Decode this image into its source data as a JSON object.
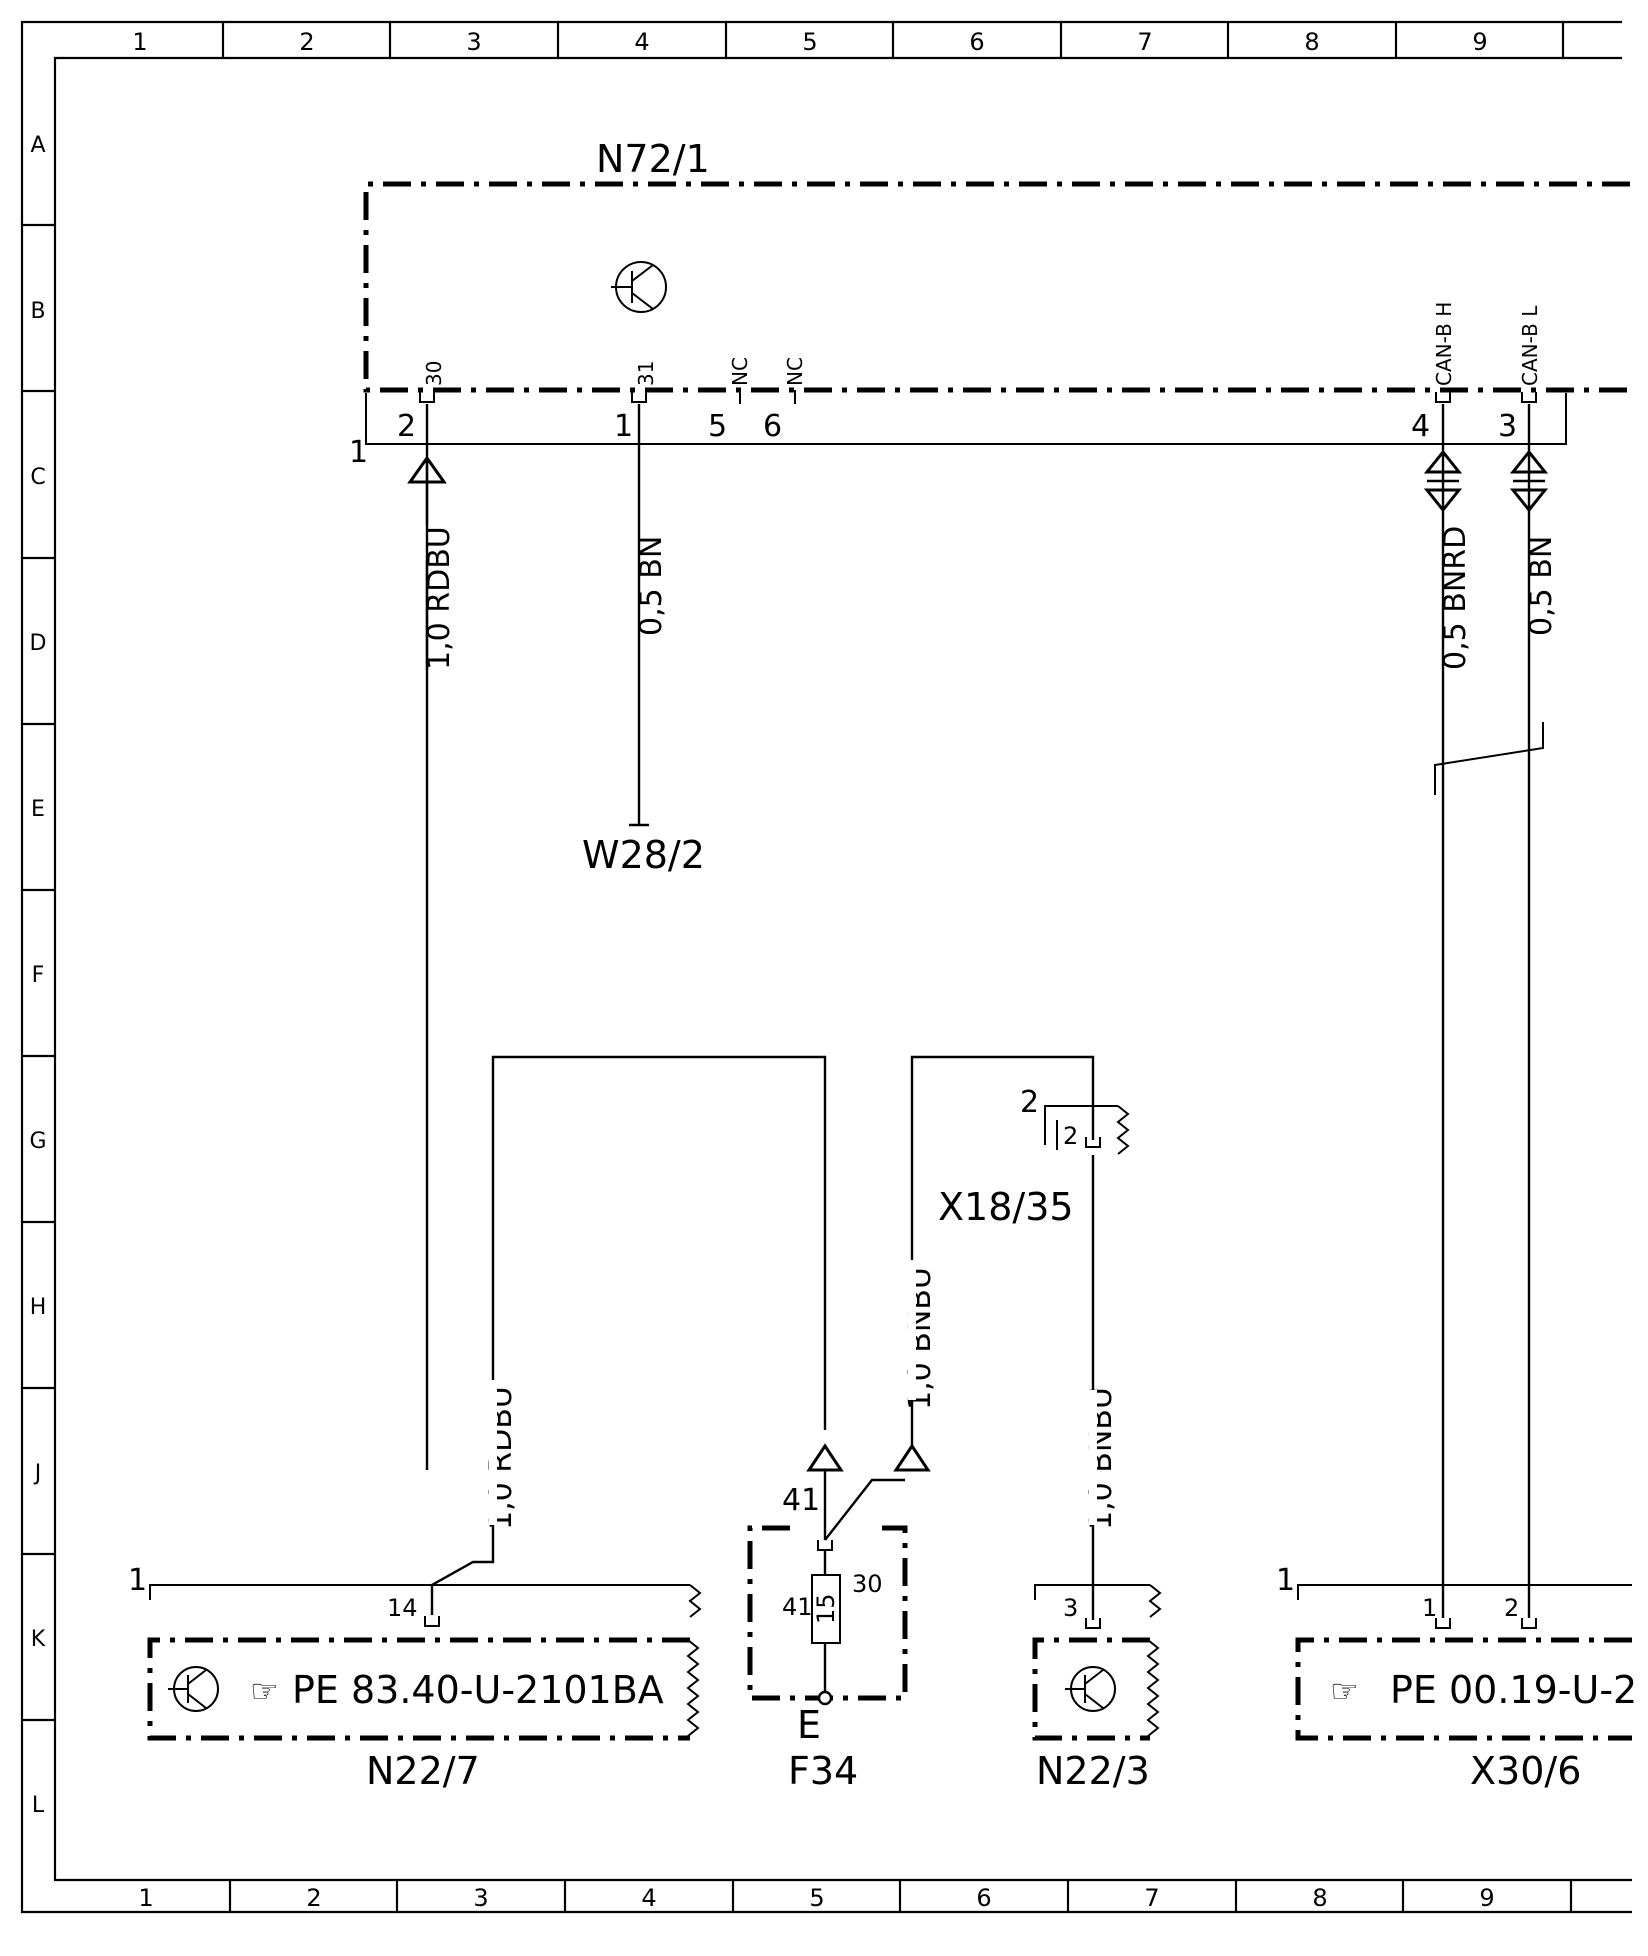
{
  "grid": {
    "columns": [
      "1",
      "2",
      "3",
      "4",
      "5",
      "6",
      "7",
      "8",
      "9"
    ],
    "rows": [
      "A",
      "B",
      "C",
      "D",
      "E",
      "F",
      "G",
      "H",
      "J",
      "K",
      "L"
    ]
  },
  "components": {
    "n72_1": {
      "name": "N72/1",
      "pin_labels": [
        "30",
        "31",
        "NC",
        "NC",
        "CAN-B H",
        "CAN-B L"
      ],
      "pin_numbers": [
        "2",
        "1",
        "5",
        "6",
        "4",
        "3"
      ],
      "connector": "1"
    },
    "w28_2": {
      "name": "W28/2"
    },
    "n22_7": {
      "name": "N22/7",
      "ref": "PE 83.40-U-2101BA",
      "pin": "14",
      "connector": "1"
    },
    "f34": {
      "name": "F34",
      "fuse": "15",
      "terminals": [
        "41",
        "41",
        "30"
      ],
      "ground": "E"
    },
    "x18_35": {
      "name": "X18/35",
      "pin": "2",
      "pin_outer": "2"
    },
    "n22_3": {
      "name": "N22/3",
      "pin": "3"
    },
    "x30_6": {
      "name": "X30/6",
      "ref": "PE 00.19-U-2",
      "pins": [
        "1",
        "2"
      ],
      "connector": "1"
    }
  },
  "wires": {
    "w1": "1,0 RDBU",
    "w2": "0,5 BN",
    "w3": "0,5 BNRD",
    "w4": "0,5 BN",
    "w5": "1,0 RDBU",
    "w6": "1,0 BNBU",
    "w7": "1,0 BNBU"
  }
}
